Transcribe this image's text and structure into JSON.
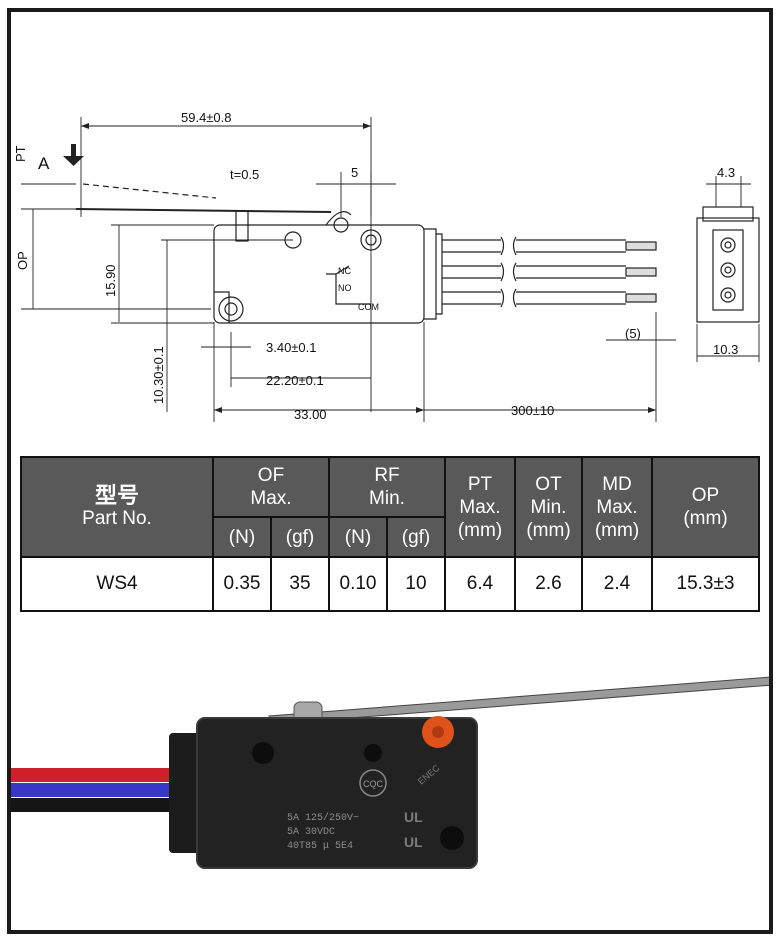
{
  "drawing": {
    "dims": {
      "overall_length": "59.4±0.8",
      "pt_label": "PT",
      "arrow_label": "A",
      "lever_thickness": "t=0.5",
      "five": "5",
      "op_label": "OP",
      "height": "15.90",
      "hole_offset": "3.40±0.1",
      "hole_spacing": "22.20±0.1",
      "mount_height": "10.30±0.1",
      "body_length": "33.00",
      "lead_length": "300±10",
      "strip_length": "(5)",
      "side_width_top": "4.3",
      "side_width": "10.3",
      "nc": "NC",
      "no": "NO",
      "com": "COM"
    }
  },
  "table": {
    "part_zh": "型号",
    "part_en": "Part No.",
    "of_1": "OF",
    "of_2": "Max.",
    "rf_1": "RF",
    "rf_2": "Min.",
    "pt_1": "PT",
    "pt_2": "Max.",
    "pt_3": "(mm)",
    "ot_1": "OT",
    "ot_2": "Min.",
    "ot_3": "(mm)",
    "md_1": "MD",
    "md_2": "Max.",
    "md_3": "(mm)",
    "op_1": "OP",
    "op_2": "(mm)",
    "unit_n": "(N)",
    "unit_gf": "(gf)",
    "row": {
      "part": "WS4",
      "of_n": "0.35",
      "of_gf": "35",
      "rf_n": "0.10",
      "rf_gf": "10",
      "pt": "6.4",
      "ot": "2.6",
      "md": "2.4",
      "op": "15.3±3"
    }
  },
  "photo": {
    "cert": "CQC",
    "rating_1": "5A 125/250V~",
    "rating_2": "5A 30VDC",
    "rating_3": "40T85  μ 5E4",
    "mark_enec": "ENEC",
    "mark_ul": "UL"
  }
}
